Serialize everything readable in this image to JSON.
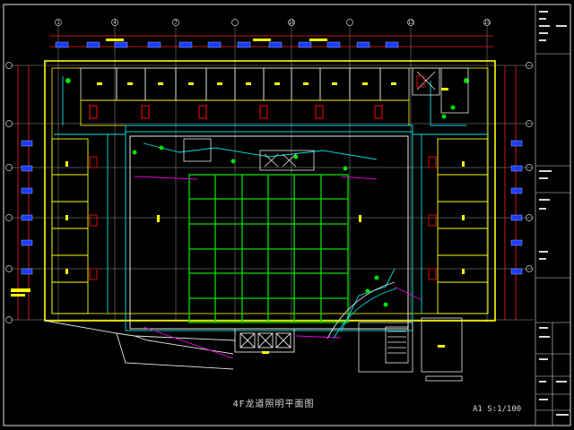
{
  "drawing": {
    "title": "4F龙道照明平面图",
    "scale_note": "A1  S:1/100",
    "grid_labels_top": [
      "1",
      "4",
      "7",
      "10",
      "13",
      "15"
    ],
    "colors": {
      "background": "#000000",
      "wall_yellow": "#ffff00",
      "wall_white": "#e8e8e8",
      "grid_green": "#00e000",
      "conduit_cyan": "#00e0e0",
      "red_dim": "#ff2020",
      "magenta": "#e000e0",
      "blue_tag": "#2060ff"
    }
  }
}
